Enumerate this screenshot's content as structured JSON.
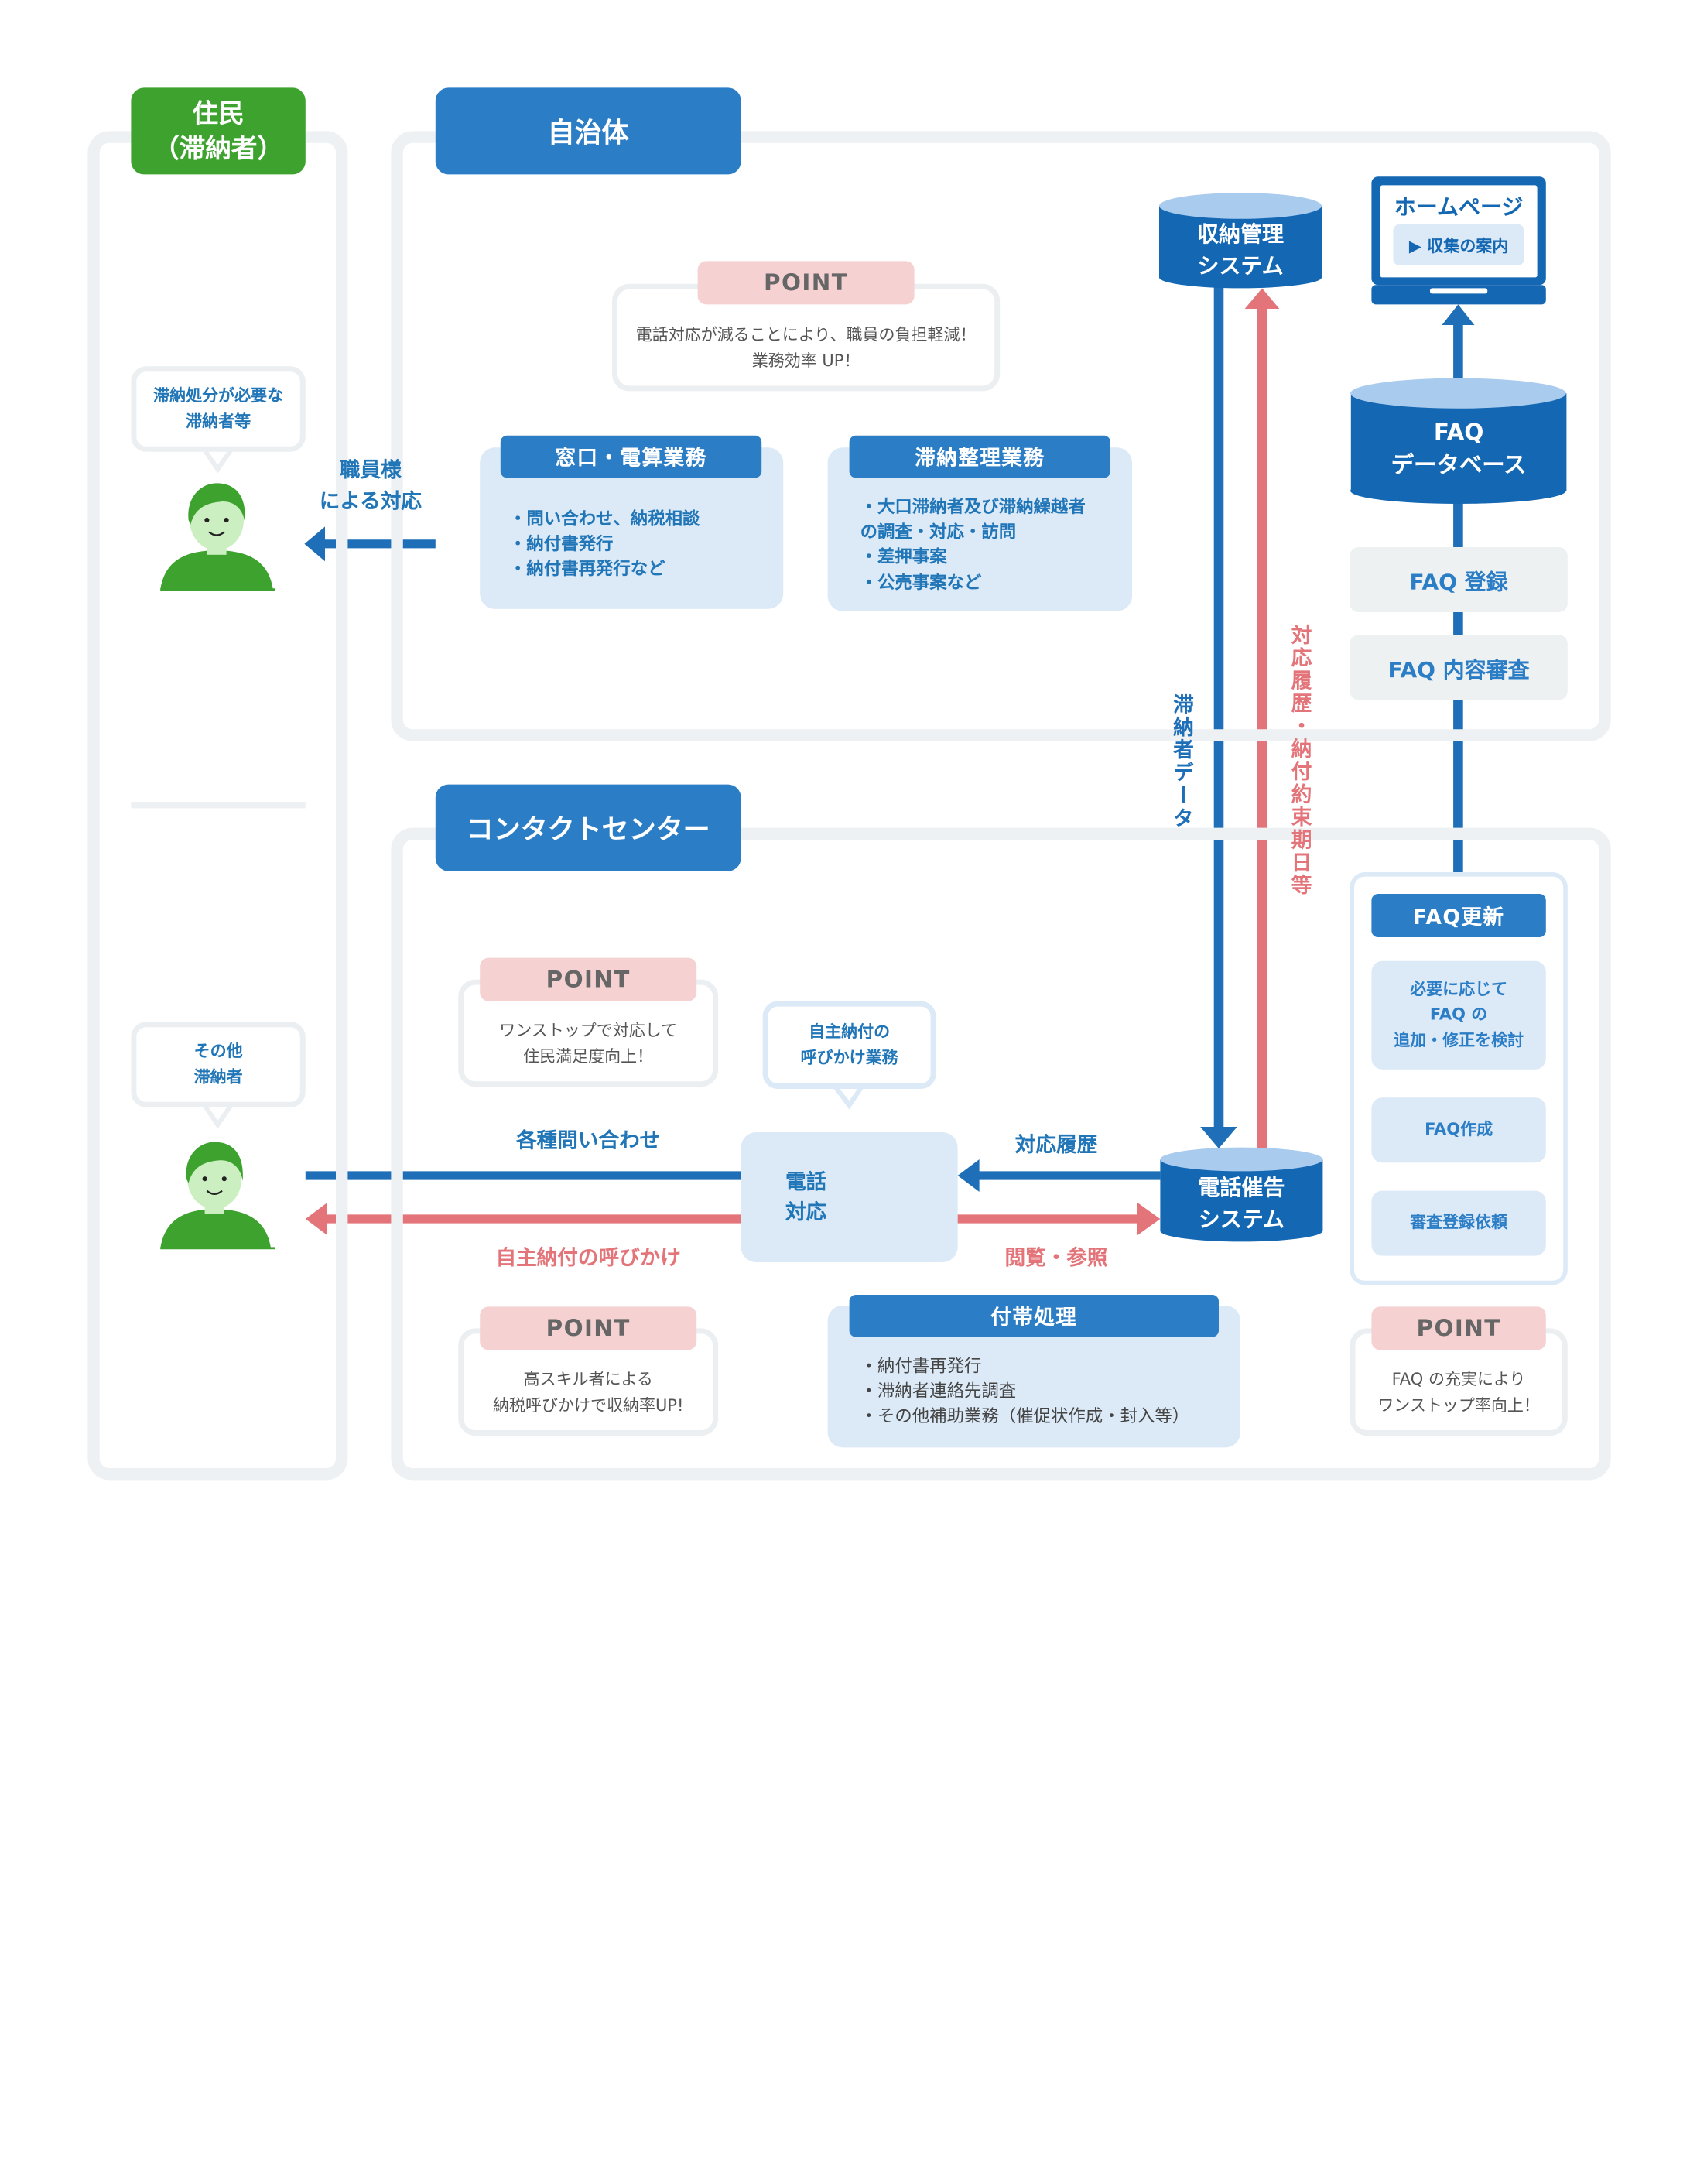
{
  "residents": {
    "header_line1": "住民",
    "header_line2": "（滞納者）"
  },
  "municipality": {
    "header": "自治体"
  },
  "contact_center": {
    "header": "コンタクトセンター"
  },
  "resident_bubbles": {
    "top": {
      "line1": "滞納処分が必要な",
      "line2": "滞納者等"
    },
    "bottom": {
      "line1": "その他",
      "line2": "滞納者"
    }
  },
  "staff_response": {
    "line1": "職員様",
    "line2": "による対応"
  },
  "points": {
    "label": "POINT",
    "municipality": {
      "line1": "電話対応が減ることにより、職員の負担軽減！",
      "line2": "業務効率 UP！"
    },
    "onestop": {
      "line1": "ワンストップで対応して",
      "line2": "住民満足度向上！"
    },
    "skill": {
      "line1": "高スキル者による",
      "line2": "納税呼びかけで収納率UP!"
    },
    "faq": {
      "line1": "FAQ の充実により",
      "line2": "ワンストップ率向上！"
    }
  },
  "counter_work": {
    "title": "窓口・電算業務",
    "items": [
      "・問い合わせ、納税相談",
      "・納付書発行",
      "・納付書再発行など"
    ]
  },
  "arrears_work": {
    "title": "滞納整理業務",
    "items": [
      "・大口滞納者及び滞納繰越者",
      "の調査・対応・訪問",
      "・差押事案",
      "・公売事案など"
    ]
  },
  "collection_system": {
    "line1": "収納管理",
    "line2": "システム"
  },
  "homepage": {
    "title": "ホームページ",
    "link": "▶ 収集の案内"
  },
  "faq_db": {
    "line1": "FAQ",
    "line2": "データベース"
  },
  "faq_register": "FAQ 登録",
  "faq_review": "FAQ 内容審査",
  "faq_update": {
    "title": "FAQ更新",
    "step1": {
      "line1": "必要に応じて",
      "line2": "FAQ の",
      "line3": "追加・修正を検討"
    },
    "step2": "FAQ作成",
    "step3": "審査登録依頼"
  },
  "flows": {
    "arrears_data": "滞納者データ",
    "history_dates": "対応履歴・納付約束期日等",
    "inquiries": "各種問い合わせ",
    "self_payment_call": "自主納付の呼びかけ",
    "response_history": "対応履歴",
    "view_refer": "閲覧・参照"
  },
  "self_payment_bubble": {
    "line1": "自主納付の",
    "line2": "呼びかけ業務"
  },
  "phone_response": {
    "line1": "電話",
    "line2": "対応"
  },
  "dunning_system": {
    "line1": "電話催告",
    "line2": "システム"
  },
  "ancillary": {
    "title": "付帯処理",
    "items": [
      "・納付書再発行",
      "・滞納者連絡先調査",
      "・その他補助業務（催促状作成・封入等）"
    ]
  },
  "colors": {
    "blue": "#2b7dc6",
    "dark_blue": "#1e6fb8",
    "green": "#3da32e",
    "red": "#e3757a",
    "light_blue": "#dce9f7",
    "pink": "#f5d1d2"
  }
}
